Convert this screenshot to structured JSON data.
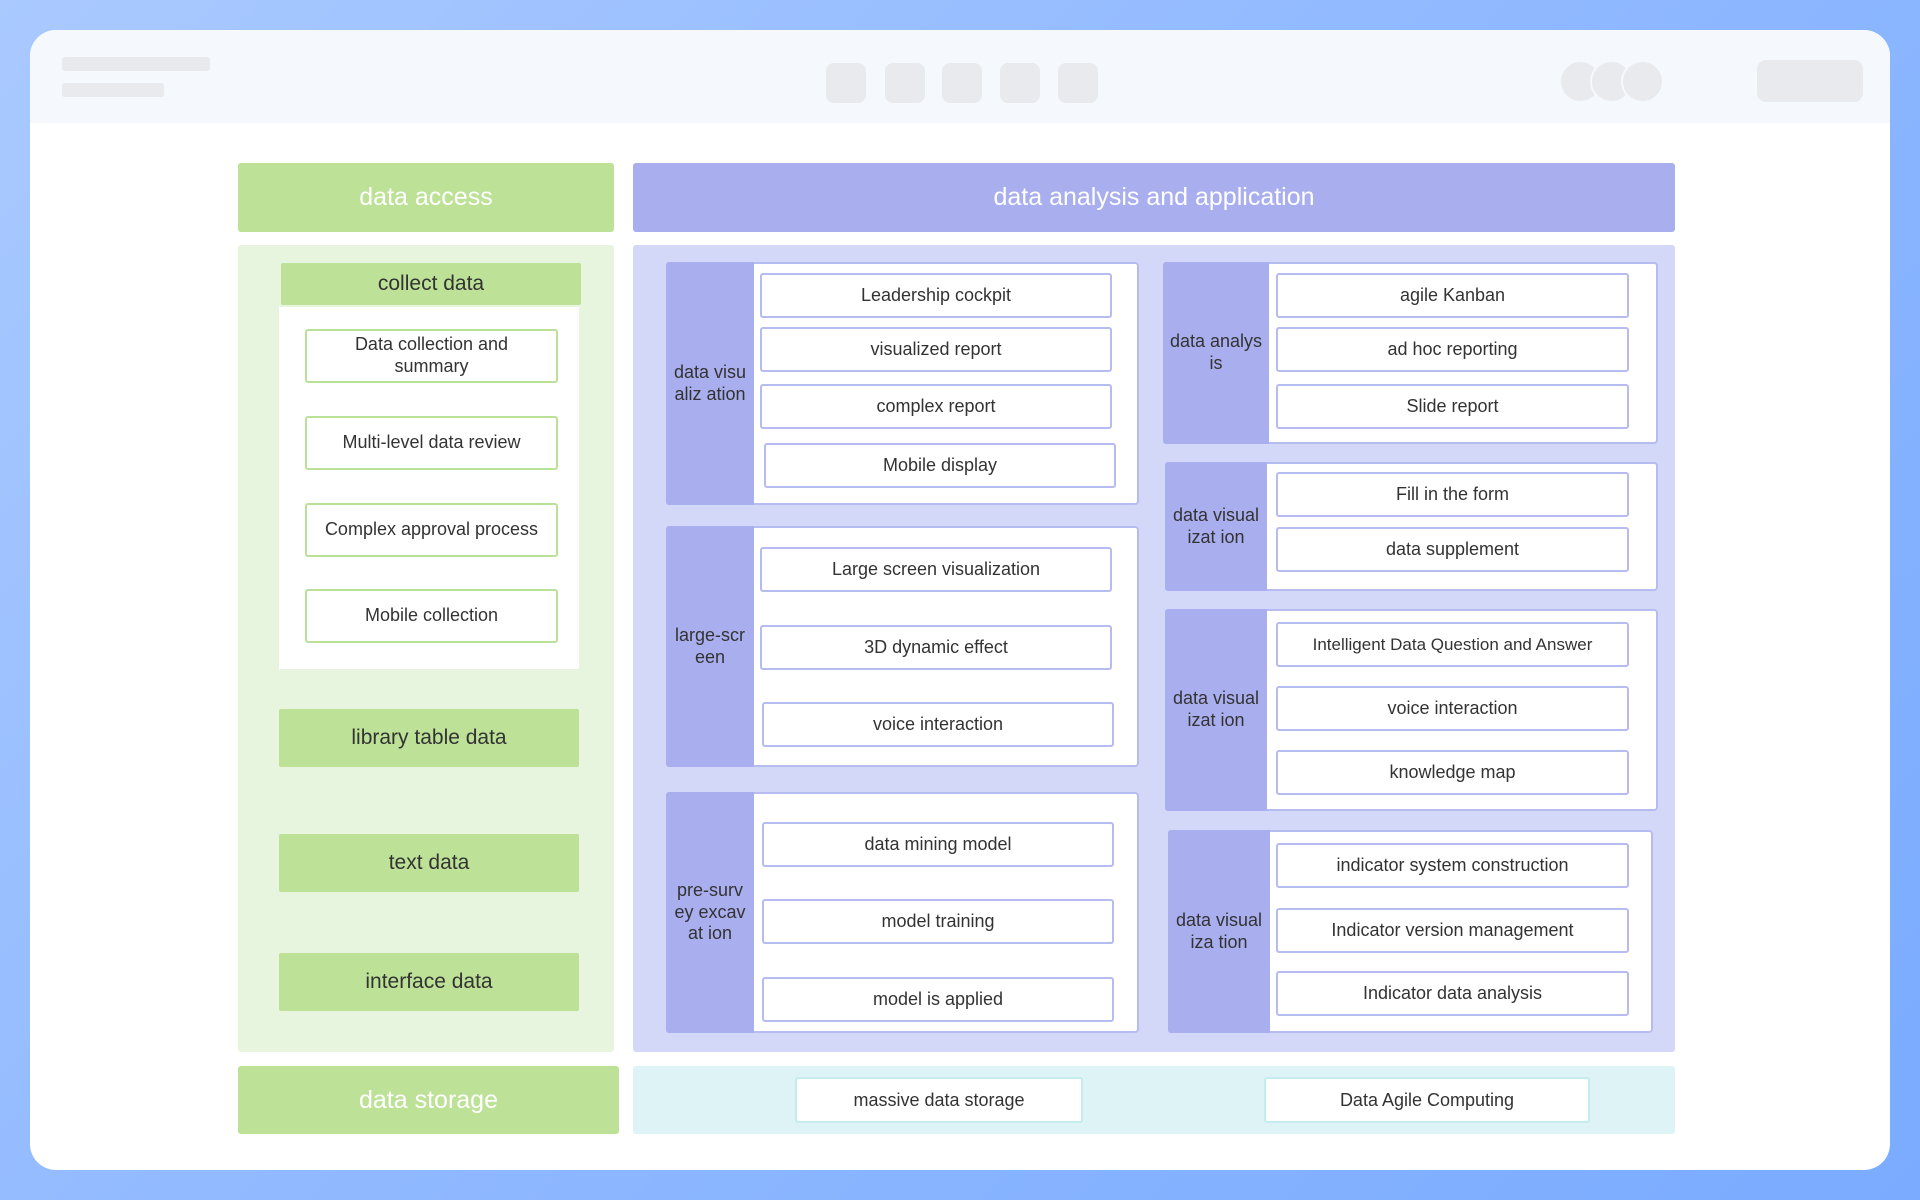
{
  "data_access": {
    "title": "data access",
    "collect_title": "collect data",
    "collect_items": [
      "Data collection and summary",
      "Multi-level data review",
      "Complex approval process",
      "Mobile collection"
    ],
    "sources": [
      "library table data",
      "text data",
      "interface data"
    ]
  },
  "analysis": {
    "title": "data analysis and application",
    "groups": [
      {
        "label": "data visualiz ation",
        "items": [
          "Leadership cockpit",
          "visualized report",
          "complex report",
          "Mobile display"
        ]
      },
      {
        "label": "large-screen",
        "items": [
          "Large screen visualization",
          "3D dynamic effect",
          "voice interaction"
        ]
      },
      {
        "label": "pre-survey excavat ion",
        "items": [
          "data mining model",
          "model training",
          "model is applied"
        ]
      },
      {
        "label": "data analysis",
        "items": [
          "agile Kanban",
          "ad hoc reporting",
          "Slide report"
        ]
      },
      {
        "label": "data visualizat ion",
        "items": [
          "Fill in the form",
          "data supplement"
        ]
      },
      {
        "label": "data visualizat ion",
        "items": [
          "Intelligent Data Question and Answer",
          "voice interaction",
          "knowledge map"
        ]
      },
      {
        "label": "data visualiza tion",
        "items": [
          "indicator system construction",
          "Indicator version management",
          "Indicator data analysis"
        ]
      }
    ]
  },
  "storage": {
    "title": "data storage",
    "items": [
      "massive data storage",
      "Data Agile Computing"
    ]
  }
}
